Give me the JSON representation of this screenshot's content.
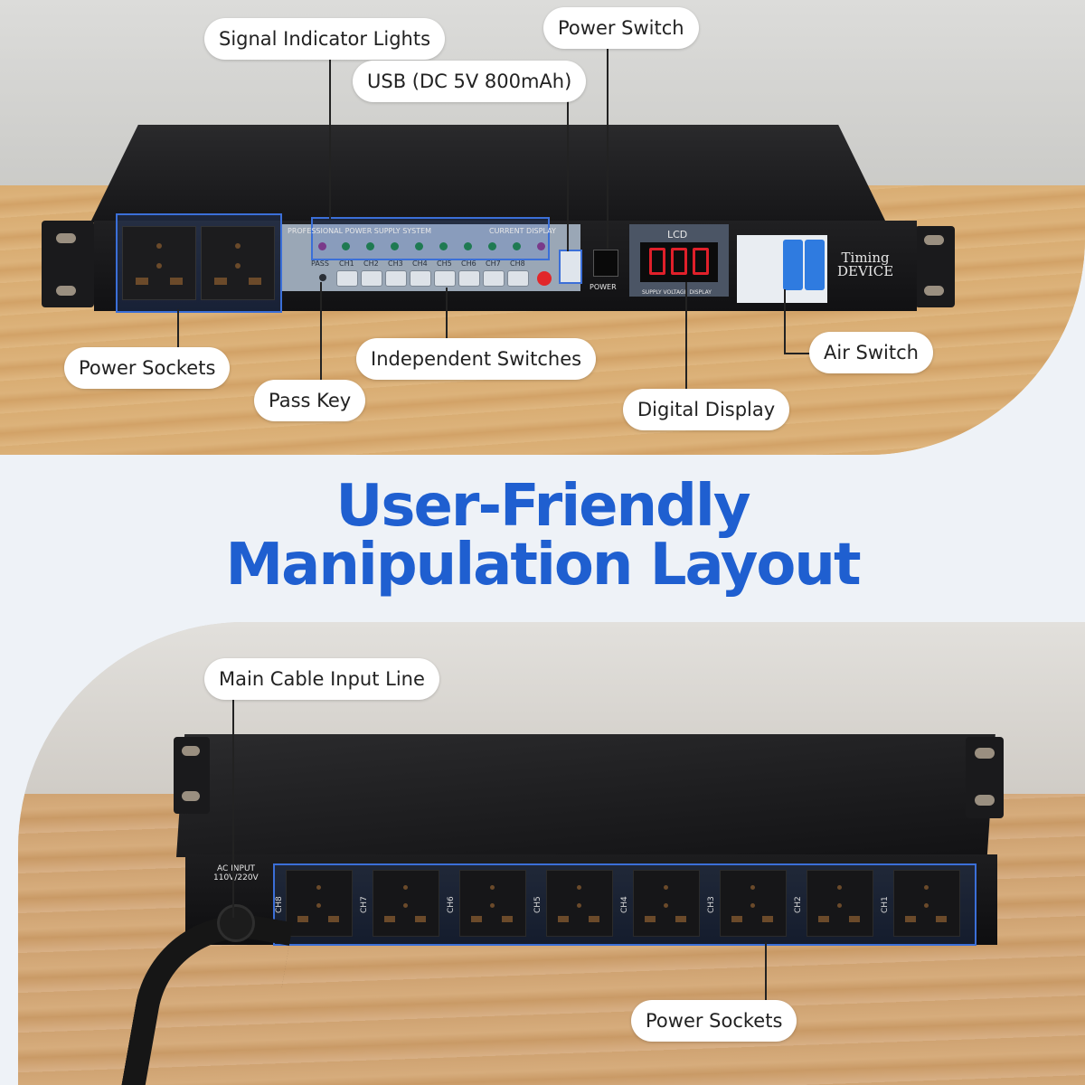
{
  "heading": {
    "line1": "User-Friendly",
    "line2": "Manipulation Layout",
    "color": "#1f5fd0"
  },
  "top_labels": {
    "signal_indicator_lights": "Signal Indicator Lights",
    "power_switch": "Power Switch",
    "usb": "USB (DC 5V 800mAh)",
    "power_sockets": "Power Sockets",
    "independent_switches": "Independent Switches",
    "air_switch": "Air Switch",
    "pass_key": "Pass Key",
    "digital_display": "Digital Display"
  },
  "bottom_labels": {
    "main_cable_input_line": "Main Cable Input Line",
    "power_sockets": "Power Sockets"
  },
  "device_front": {
    "panel_title": "PROFESSIONAL POWER SUPPLY SYSTEM",
    "current_display": "CURRENT DISPLAY",
    "pass_text": "PASS",
    "channels": [
      "CH1",
      "CH2",
      "CH3",
      "CH4",
      "CH5",
      "CH6",
      "CH7",
      "CH8"
    ],
    "power_text": "POWER",
    "lcd_title": "LCD",
    "lcd_caption": "SUPPLY VOLTAGE DISPLAY",
    "timing_line1": "Timing",
    "timing_line2": "DEVICE"
  },
  "device_rear": {
    "ac_input_line1": "AC INPUT",
    "ac_input_line2": "110V/220V",
    "channels": [
      "CH8",
      "CH7",
      "CH6",
      "CH5",
      "CH4",
      "CH3",
      "CH2",
      "CH1"
    ]
  },
  "colors": {
    "highlight_blue": "#3b6fd8",
    "breaker_blue": "#2f7be0",
    "lcd_red": "#e0202a"
  }
}
